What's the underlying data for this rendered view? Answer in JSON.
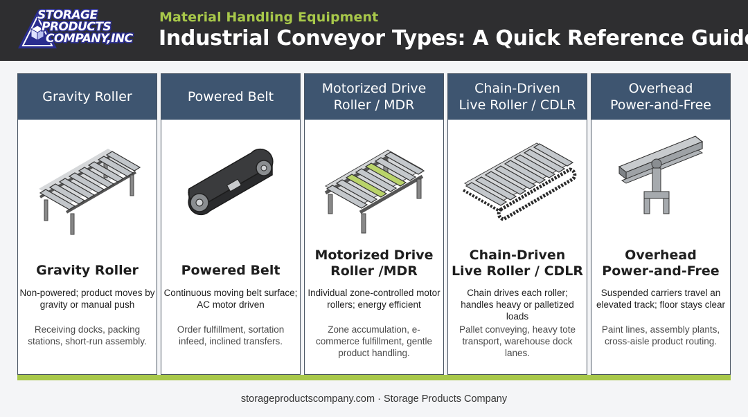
{
  "header": {
    "logo_lines": [
      "STORAGE",
      "PRODUCTS",
      "COMPANY,INC"
    ],
    "subtitle": "Material Handling Equipment",
    "title": "Industrial Conveyor Types: A Quick Reference Guide"
  },
  "cards": [
    {
      "header": "Gravity Roller",
      "name": "Gravity Roller",
      "description": "Non-powered; product moves by gravity or manual push",
      "uses": "Receiving docks, packing stations, short-run assembly.",
      "icon": "gravity-roller-conveyor-icon"
    },
    {
      "header": "Powered Belt",
      "name": "Powered Belt",
      "description": "Continuous moving belt surface; AC motor driven",
      "uses": "Order fulfillment, sortation infeed, inclined transfers.",
      "icon": "belt-conveyor-icon"
    },
    {
      "header": "Motorized Drive\nRoller / MDR",
      "name": "Motorized Drive\nRoller /MDR",
      "description": "Individual zone-controlled motor rollers; energy efficient",
      "uses": "Zone accumulation, e-commerce fulfillment, gentle product handling.",
      "icon": "mdr-conveyor-icon"
    },
    {
      "header": "Chain-Driven\nLive Roller / CDLR",
      "name": "Chain-Driven\nLive Roller / CDLR",
      "description": "Chain drives each roller; handles heavy or palletized loads",
      "uses": "Pallet conveying, heavy tote transport, warehouse dock lanes.",
      "icon": "cdlr-conveyor-icon"
    },
    {
      "header": "Overhead\nPower-and-Free",
      "name": "Overhead\nPower-and-Free",
      "description": "Suspended carriers travel an elevated track; floor stays clear",
      "uses": "Paint lines, assembly plants, cross-aisle product routing.",
      "icon": "overhead-trolley-icon"
    }
  ],
  "footer": {
    "text": "storageproductscompany.com  ·  Storage Products Company"
  },
  "colors": {
    "header_bg": "#2e2e30",
    "accent_green": "#a8c84a",
    "card_header_bg": "#3e5570",
    "logo_blue": "#2a2d8f"
  }
}
